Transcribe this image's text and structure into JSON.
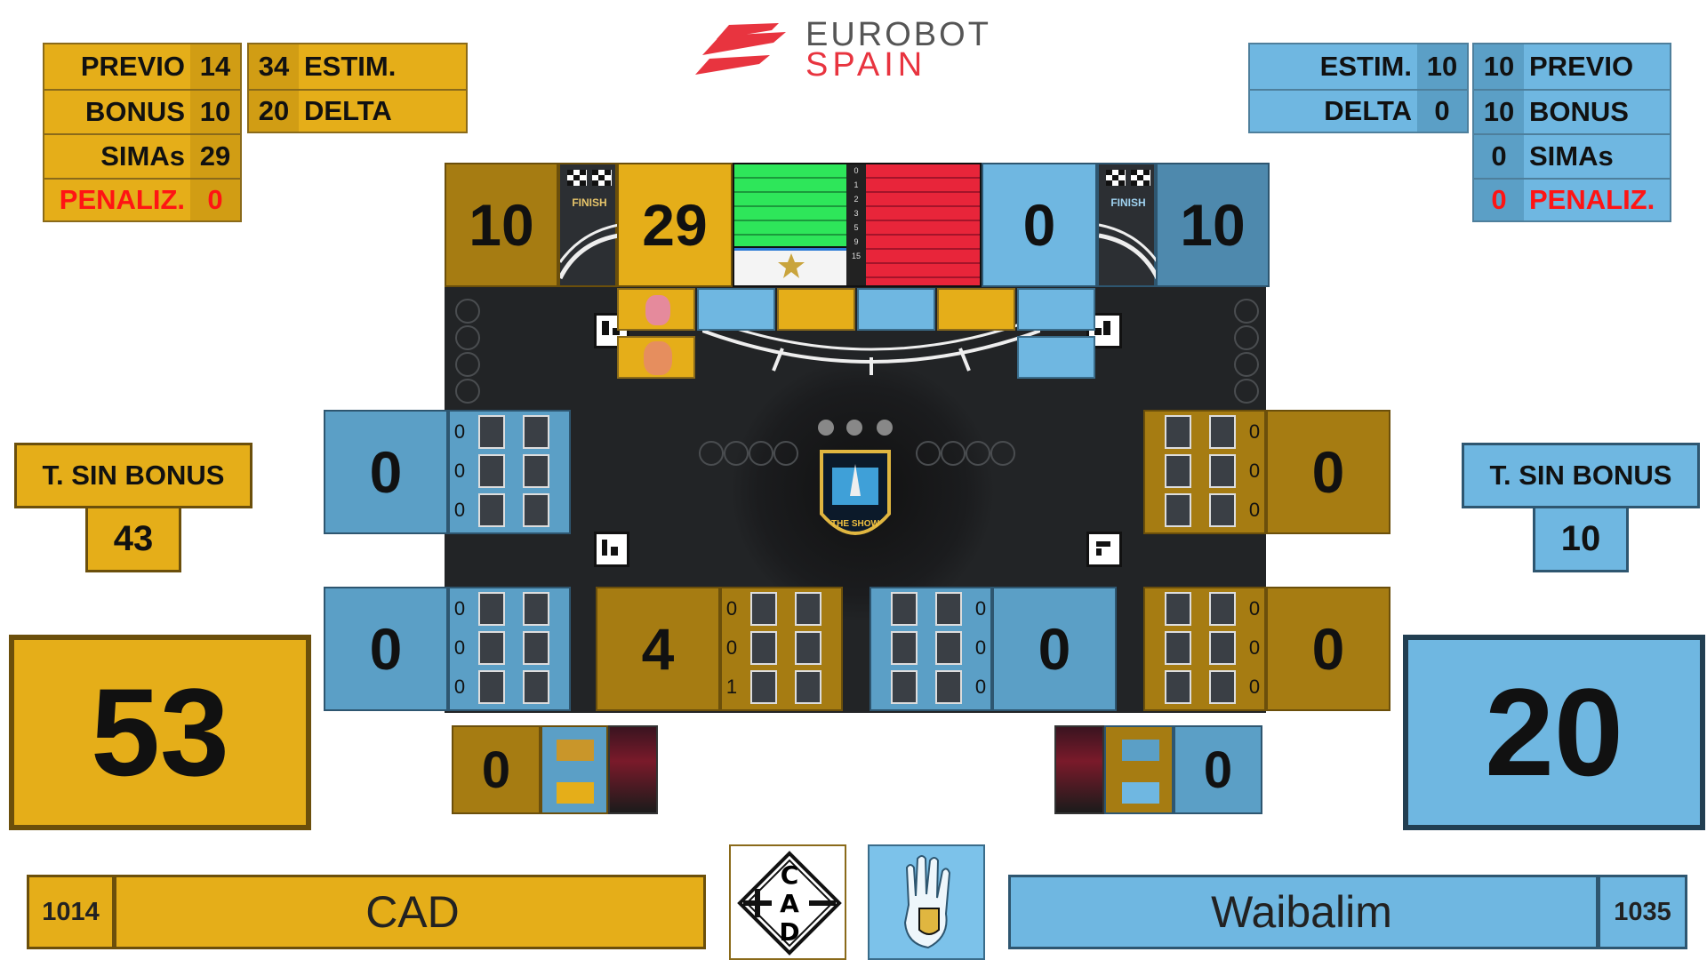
{
  "logo": {
    "line1": "EUROBOT",
    "line2": "SPAIN"
  },
  "yellow_team": {
    "stats_left": [
      {
        "label": "PREVIO",
        "value": "14"
      },
      {
        "label": "BONUS",
        "value": "10"
      },
      {
        "label": "SIMAs",
        "value": "29"
      },
      {
        "label": "PENALIZ.",
        "value": "0"
      }
    ],
    "stats_right": [
      {
        "value": "34",
        "label": "ESTIM."
      },
      {
        "value": "20",
        "label": "DELTA"
      }
    ],
    "finish_score": "10",
    "sima_score": "29",
    "t_sin_bonus_label": "T. SIN BONUS",
    "t_sin_bonus_value": "43",
    "total": "53",
    "team_id": "1014",
    "team_name": "CAD",
    "banner_score": "0"
  },
  "blue_team": {
    "stats_left": [
      {
        "label": "ESTIM.",
        "value": "10"
      },
      {
        "label": "DELTA",
        "value": "0"
      }
    ],
    "stats_right": [
      {
        "value": "10",
        "label": "PREVIO"
      },
      {
        "value": "10",
        "label": "BONUS"
      },
      {
        "value": "0",
        "label": "SIMAs"
      },
      {
        "value": "0",
        "label": "PENALIZ."
      }
    ],
    "finish_score": "10",
    "sima_score": "0",
    "t_sin_bonus_label": "T. SIN BONUS",
    "t_sin_bonus_value": "10",
    "total": "20",
    "team_id": "1035",
    "team_name": "Waibalim",
    "banner_score": "0"
  },
  "finish_label": "FINISH",
  "meter_ticks": [
    "0",
    "1",
    "2",
    "3",
    "5",
    "9",
    "15"
  ],
  "zones": [
    {
      "id": "zone-left-top",
      "score": "0",
      "stacks": [
        "0",
        "0",
        "0"
      ]
    },
    {
      "id": "zone-right-top",
      "score": "0",
      "stacks": [
        "0",
        "0",
        "0"
      ]
    },
    {
      "id": "zone-left-bottom",
      "score": "0",
      "stacks": [
        "0",
        "0",
        "0"
      ]
    },
    {
      "id": "zone-center-left-bottom",
      "score": "4",
      "stacks": [
        "0",
        "0",
        "1"
      ]
    },
    {
      "id": "zone-center-right-bottom",
      "score": "0",
      "stacks": [
        "0",
        "0",
        "0"
      ]
    },
    {
      "id": "zone-right-bottom",
      "score": "0",
      "stacks": [
        "0",
        "0",
        "0"
      ]
    }
  ],
  "center_logo_text": "THE SHOW",
  "colors": {
    "yellow": "#e5ae19",
    "yellow_dark": "#a67c12",
    "blue": "#6fb7e1",
    "blue_dark": "#4e89ad",
    "green_meter": "#2ee65a",
    "red_meter": "#e8253a",
    "penalty_red": "#ff1414",
    "field": "#222426"
  }
}
